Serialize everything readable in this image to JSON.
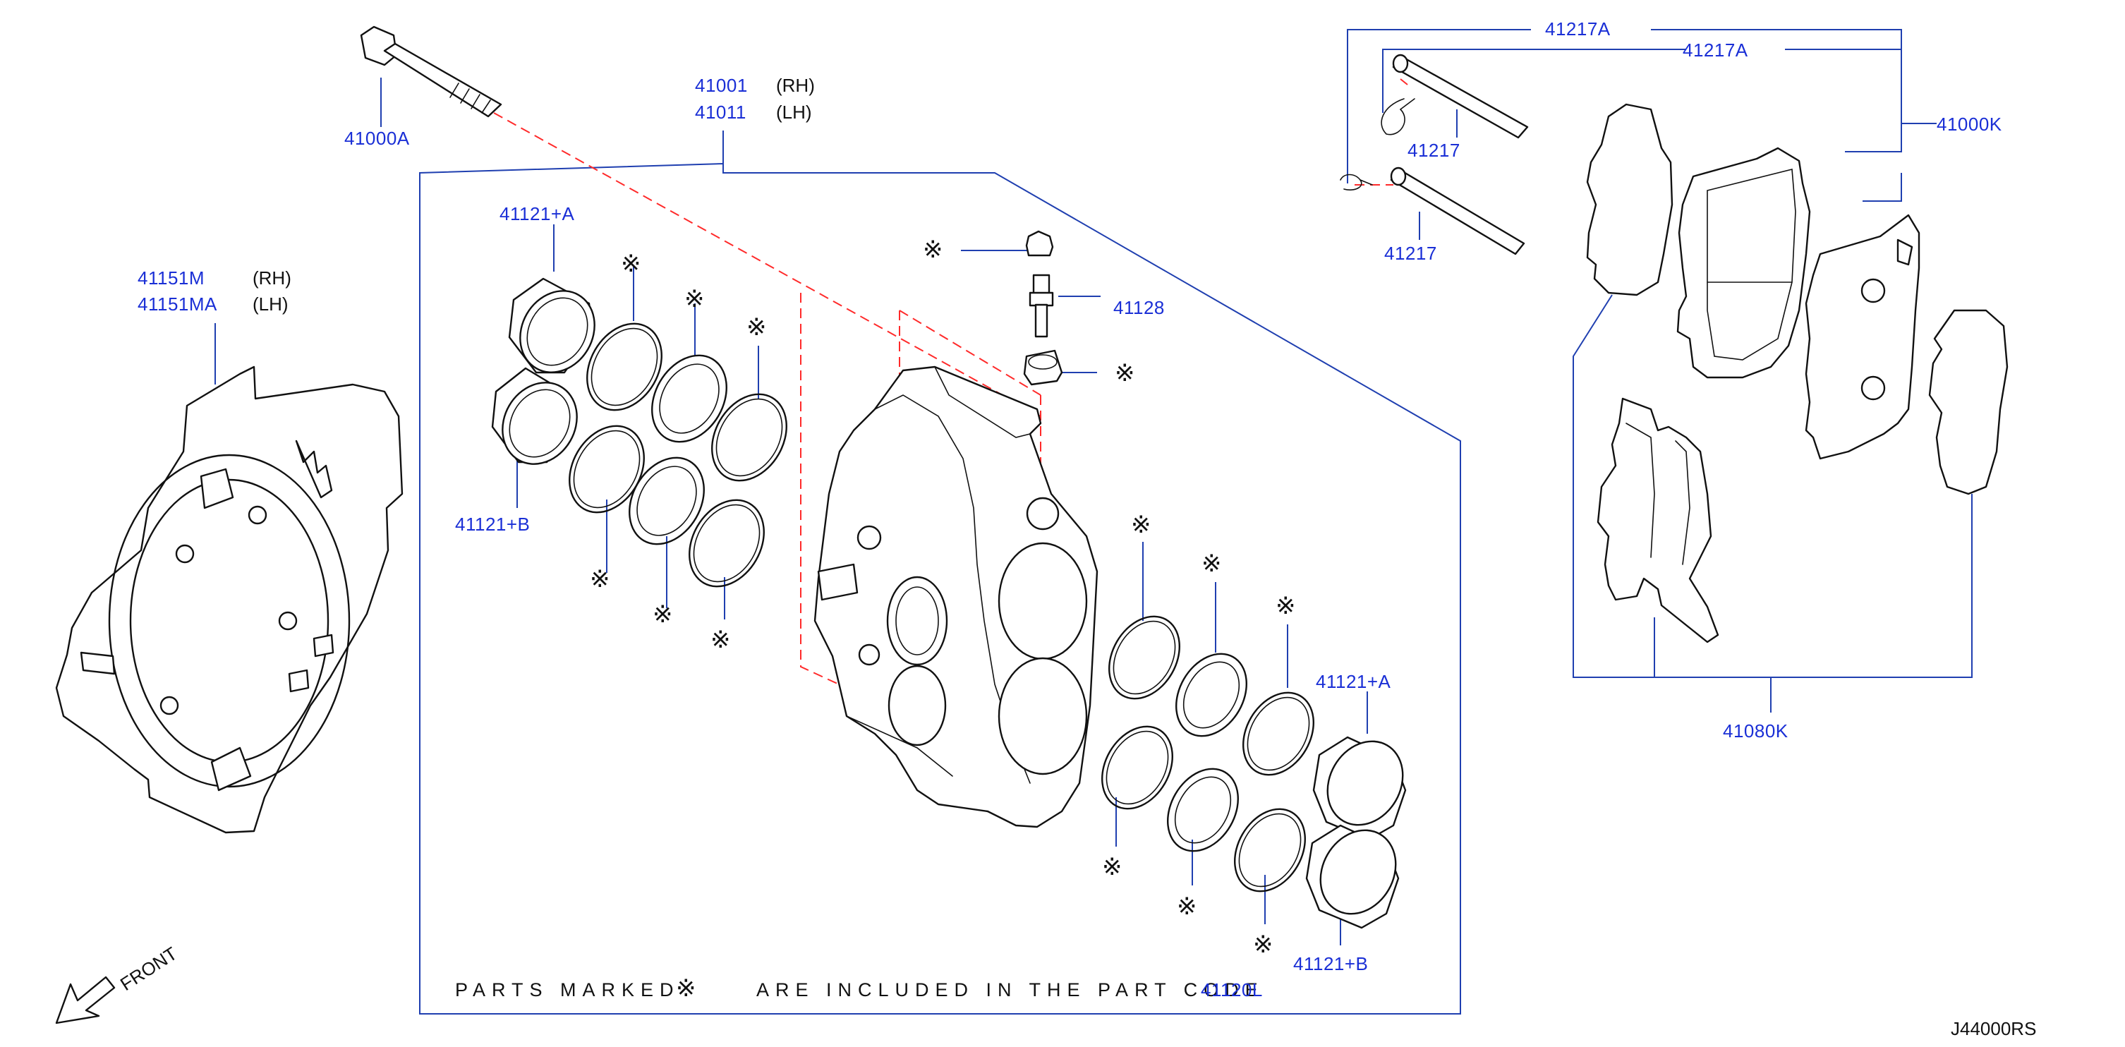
{
  "labels": {
    "bolt": "41000A",
    "caliper_rh": "41001",
    "caliper_lh": "41011",
    "rh": "(RH)",
    "lh": "(LH)",
    "shield_rh": "41151M",
    "shield_lh": "41151MA",
    "piston_a_left": "41121+A",
    "piston_b_left": "41121+B",
    "piston_a_right": "41121+A",
    "piston_b_right": "41121+B",
    "bleeder": "41128",
    "pin_a_1": "41217A",
    "pin_a_2": "41217A",
    "pin_1": "41217",
    "pin_2": "41217",
    "pad_kit": "41000K",
    "hardware_kit": "41080K",
    "seal_kit": "41120L",
    "diagram_code": "J44000RS",
    "front": "FRONT",
    "mark_symbol": "※"
  },
  "note": {
    "prefix": "PARTS MARKED",
    "suffix": "ARE INCLUDED IN THE PART CODE"
  }
}
